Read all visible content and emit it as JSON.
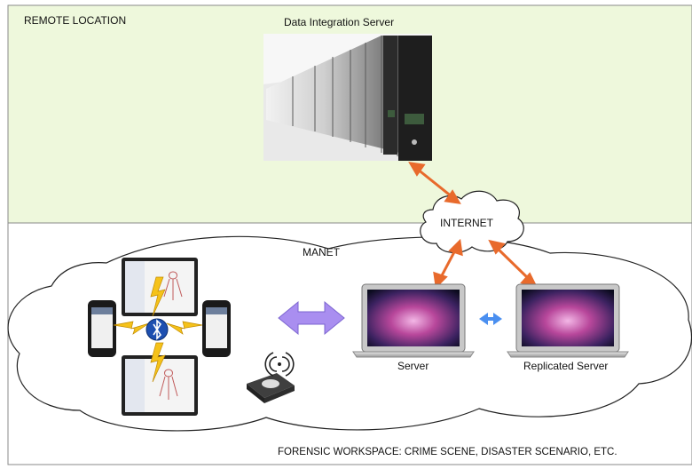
{
  "zones": {
    "remote": {
      "label": "REMOTE LOCATION"
    },
    "workspace": {
      "label": "FORENSIC WORKSPACE: CRIME SCENE, DISASTER SCENARIO, ETC."
    }
  },
  "nodes": {
    "data_server": {
      "label": "Data Integration Server"
    },
    "internet": {
      "label": "INTERNET"
    },
    "manet": {
      "label": "MANET"
    },
    "server": {
      "label": "Server"
    },
    "replicated_server": {
      "label": "Replicated Server"
    }
  },
  "colors": {
    "remote_fill": "#eef8dc",
    "link_arrow": "#e86a2c",
    "sync_arrow": "#4a8ff0",
    "manet_arrow": "#a98ef0",
    "lightning": "#f5c21a",
    "bluetooth": "#1d4fb0"
  },
  "icons": [
    "server-rack-icon",
    "cloud-icon",
    "laptop-icon",
    "tablet-icon",
    "phone-icon",
    "bluetooth-icon",
    "wifi-router-icon",
    "lightning-icon"
  ]
}
